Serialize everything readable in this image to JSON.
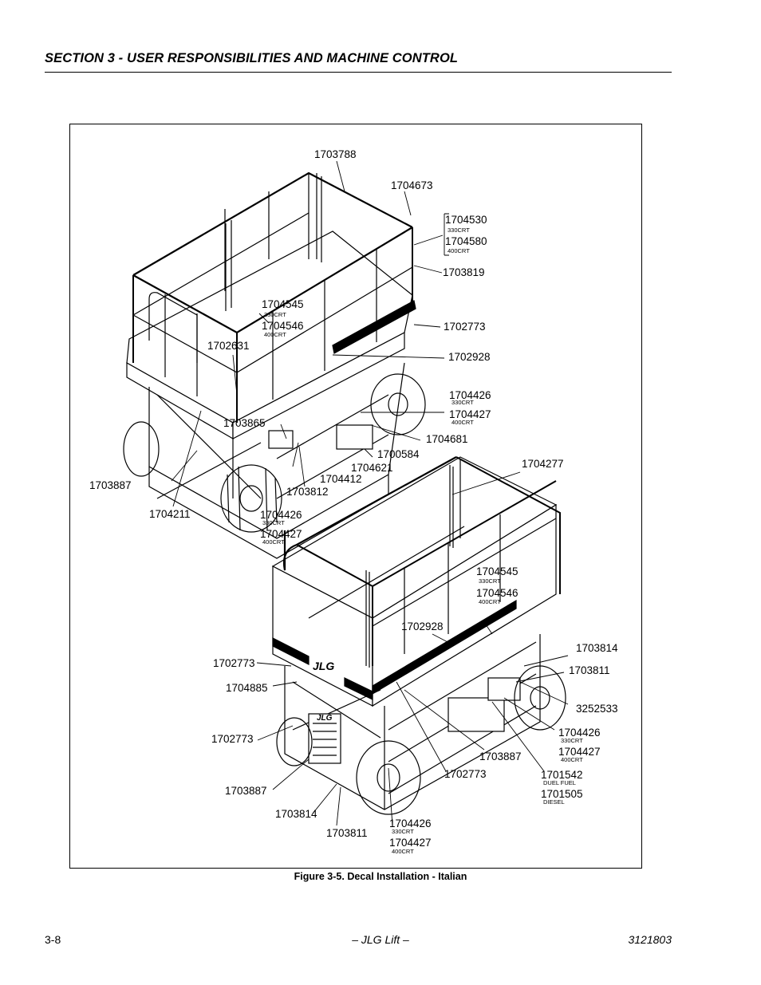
{
  "header": {
    "section_title": "SECTION 3 - USER RESPONSIBILITIES AND MACHINE CONTROL"
  },
  "figure": {
    "caption": "Figure 3-5.  Decal Installation - Italian",
    "part_numbers": {
      "p1703788": "1703788",
      "p1704673": "1704673",
      "p1704530": "1704530",
      "p1704580": "1704580",
      "p1703819": "1703819",
      "p1704545_a": "1704545",
      "p1704546_a": "1704546",
      "p1702773_a": "1702773",
      "p1702631": "1702631",
      "p1702928_a": "1702928",
      "p1704426_a": "1704426",
      "p1704427_a": "1704427",
      "p1703865": "1703865",
      "p1704681": "1704681",
      "p1700584": "1700584",
      "p1704621": "1704621",
      "p1704412": "1704412",
      "p1703812": "1703812",
      "p1704277": "1704277",
      "p1703887_a": "1703887",
      "p1704211": "1704211",
      "p1704426_b": "1704426",
      "p1704427_b": "1704427",
      "p1704545_b": "1704545",
      "p1704546_b": "1704546",
      "p1702928_b": "1702928",
      "p1703814_a": "1703814",
      "p1702773_b": "1702773",
      "p1703811_a": "1703811",
      "p1704885": "1704885",
      "p3252533": "3252533",
      "p1702773_c": "1702773",
      "p1704426_c": "1704426",
      "p1704427_c": "1704427",
      "p1703887_b": "1703887",
      "p1702773_d": "1702773",
      "p1701542": "1701542",
      "p1703887_c": "1703887",
      "p1701505": "1701505",
      "p1703814_b": "1703814",
      "p1704426_d": "1704426",
      "p1703811_b": "1703811",
      "p1704427_d": "1704427"
    },
    "model_notes": {
      "crt330": "330CRT",
      "crt400": "400CRT",
      "duel_fuel": "DUEL FUEL",
      "diesel": "DIESEL"
    },
    "logo_text": "JLG"
  },
  "footer": {
    "page_number": "3-8",
    "center_text": "– JLG Lift –",
    "doc_number": "3121803"
  }
}
